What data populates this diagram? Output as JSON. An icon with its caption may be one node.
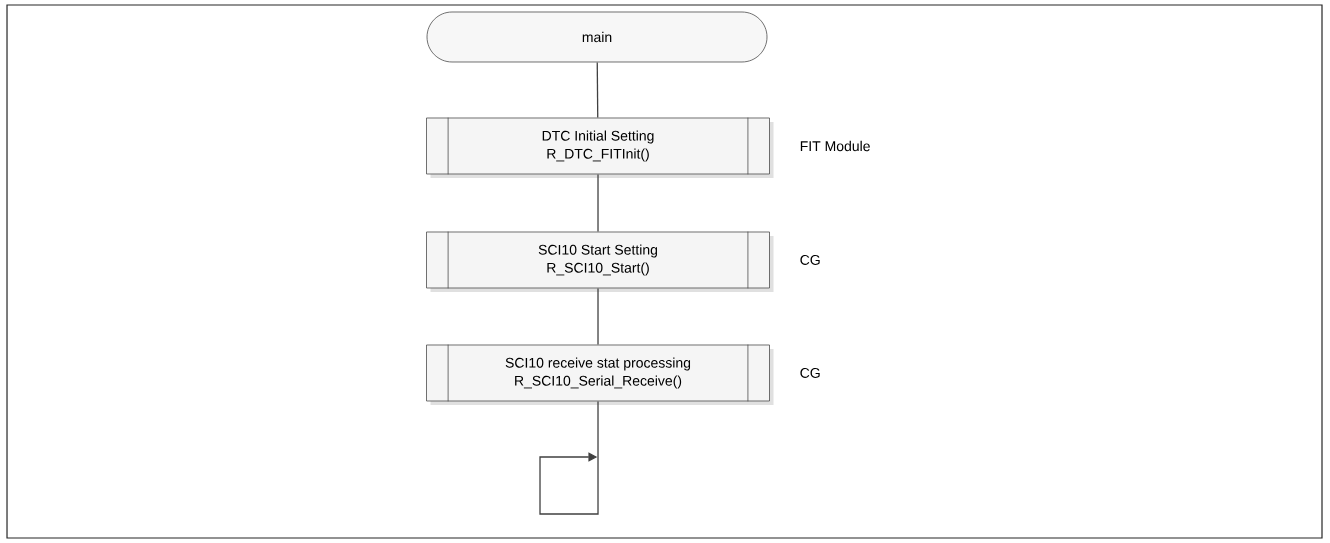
{
  "diagram": {
    "nodes": [
      {
        "text": [
          "main"
        ]
      },
      {
        "text": [
          "DTC Initial Setting",
          "R_DTC_FITInit()"
        ],
        "beside": [
          "FIT Module"
        ]
      },
      {
        "text": [
          "SCI10 Start Setting",
          "R_SCI10_Start()"
        ],
        "beside": [
          "CG"
        ]
      },
      {
        "text": [
          "SCI10 receive stat processing",
          "R_SCI10_Serial_Receive()"
        ],
        "beside": [
          "CG"
        ]
      }
    ],
    "edges": [
      {
        "from": 0,
        "to": 1,
        "arrow": "none"
      },
      {
        "from": 1,
        "to": 2,
        "arrow": "none"
      },
      {
        "from": 2,
        "to": 3,
        "arrow": "none"
      },
      {
        "from": 3,
        "to": null,
        "arrow": "to"
      }
    ]
  }
}
